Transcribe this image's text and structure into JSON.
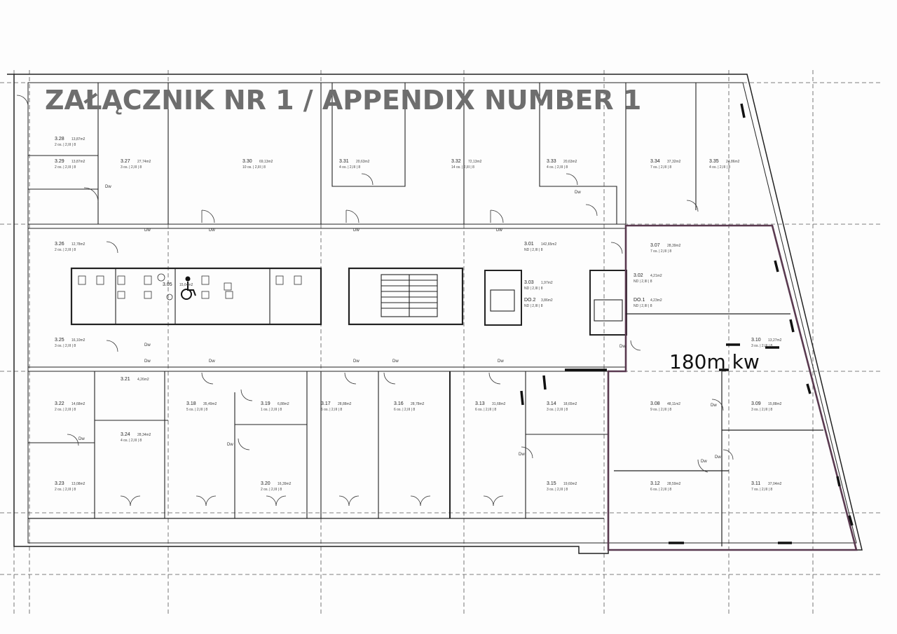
{
  "title": "ZAŁĄCZNIK NR 1 / APPENDIX NUMBER 1",
  "highlight_area_label": "180m kw",
  "colors": {
    "wall": "#222222",
    "dashed": "#555555",
    "highlight": "#5a3a50",
    "title": "#6e6e6e"
  },
  "rooms": [
    {
      "id": "3.28",
      "area": "13,87m2",
      "cap": "2 os. | 2,III | 8"
    },
    {
      "id": "3.29",
      "area": "13,87m2",
      "cap": "2 os. | 2,III | 8"
    },
    {
      "id": "3.27",
      "area": "27,74m2",
      "cap": "3 os. | 2,III | 8"
    },
    {
      "id": "3.30",
      "area": "69,13m2",
      "cap": "10 os. | 2,III | 8"
    },
    {
      "id": "3.31",
      "area": "20,63m2",
      "cap": "4 os. | 2,III | 8"
    },
    {
      "id": "3.32",
      "area": "72,13m2",
      "cap": "14 os. | 2,III | 8"
    },
    {
      "id": "3.33",
      "area": "20,63m2",
      "cap": "4 os. | 2,III | 8"
    },
    {
      "id": "3.34",
      "area": "37,32m2",
      "cap": "7 os. | 2,III | 8"
    },
    {
      "id": "3.35",
      "area": "24,86m2",
      "cap": "4 os. | 2,III | 8"
    },
    {
      "id": "3.26",
      "area": "12,78m2",
      "cap": "2 os. | 2,III | 8"
    },
    {
      "id": "3.01",
      "area": "142,65m2",
      "cap": "ND | 2,III | 8"
    },
    {
      "id": "3.07",
      "area": "28,39m2",
      "cap": "7 os. | 2,III | 8"
    },
    {
      "id": "3.02",
      "area": "4,21m2",
      "cap": "ND | 2,III | 8"
    },
    {
      "id": "3.03",
      "area": "1,97m2",
      "cap": "ND | 2,III | 8"
    },
    {
      "id": "DO.2",
      "area": "3,86m2",
      "cap": "ND | 2,III | 8"
    },
    {
      "id": "DO.1",
      "area": "4,23m2",
      "cap": "ND | 2,III | 8"
    },
    {
      "id": "3.05",
      "area": "15,64m2",
      "cap": ""
    },
    {
      "id": "3.25",
      "area": "16,10m2",
      "cap": "3 os. | 2,III | 8"
    },
    {
      "id": "3.10",
      "area": "13,27m2",
      "cap": "3 os. | 2,III | 8"
    },
    {
      "id": "3.21",
      "area": "4,26m2",
      "cap": ""
    },
    {
      "id": "3.22",
      "area": "14,68m2",
      "cap": "2 os. | 2,III | 8"
    },
    {
      "id": "3.18",
      "area": "35,49m2",
      "cap": "5 os. | 2,III | 8"
    },
    {
      "id": "3.19",
      "area": "6,88m2",
      "cap": "1 os. | 2,III | 8"
    },
    {
      "id": "3.17",
      "area": "28,88m2",
      "cap": "6 os. | 2,III | 8"
    },
    {
      "id": "3.16",
      "area": "28,78m2",
      "cap": "6 os. | 2,III | 8"
    },
    {
      "id": "3.13",
      "area": "31,68m2",
      "cap": "6 os. | 2,III | 8"
    },
    {
      "id": "3.14",
      "area": "18,65m2",
      "cap": "3 os. | 2,III | 8"
    },
    {
      "id": "3.08",
      "area": "48,11m2",
      "cap": "9 os. | 2,III | 8"
    },
    {
      "id": "3.09",
      "area": "15,88m2",
      "cap": "3 os. | 2,III | 8"
    },
    {
      "id": "3.24",
      "area": "28,34m2",
      "cap": "4 os. | 2,III | 8"
    },
    {
      "id": "3.23",
      "area": "13,08m2",
      "cap": "2 os. | 2,III | 8"
    },
    {
      "id": "3.20",
      "area": "16,39m2",
      "cap": "2 os. | 2,III | 8"
    },
    {
      "id": "3.15",
      "area": "19,60m2",
      "cap": "3 os. | 2,III | 8"
    },
    {
      "id": "3.12",
      "area": "28,59m2",
      "cap": "6 os. | 2,III | 8"
    },
    {
      "id": "3.11",
      "area": "37,04m2",
      "cap": "7 os. | 2,III | 8"
    }
  ],
  "door_label": "Dw"
}
